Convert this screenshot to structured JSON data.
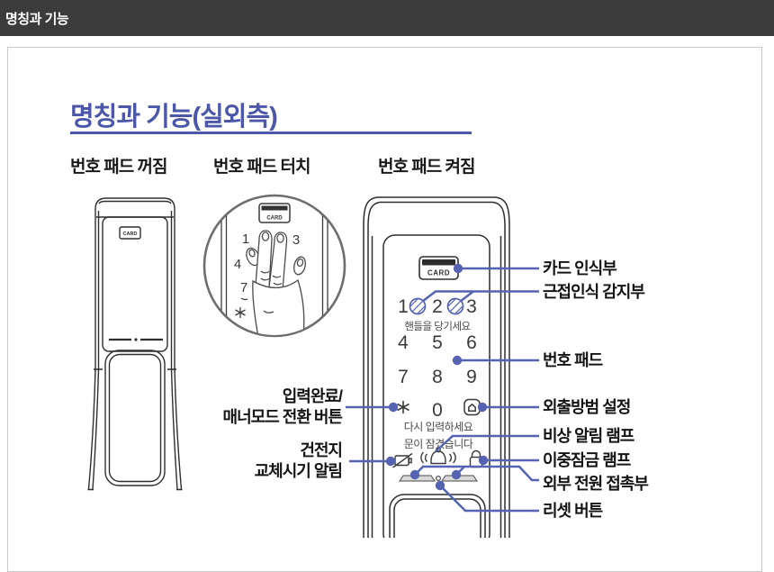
{
  "topbar": {
    "title": "명칭과 기능"
  },
  "content": {
    "title": "명칭과 기능(실외측)",
    "captions": {
      "pad_off": "번호 패드 꺼짐",
      "pad_touch": "번호 패드 터치",
      "pad_on": "번호 패드 켜짐"
    }
  },
  "device": {
    "card_label": "CARD",
    "keypad": {
      "k1": "1",
      "k2": "2",
      "k3": "3",
      "k4": "4",
      "k5": "5",
      "k6": "6",
      "k7": "7",
      "k8": "8",
      "k9": "9",
      "k0": "0"
    },
    "hint_handle": "핸들을 당기세요",
    "msg_retry": "다시 입력하세요",
    "msg_locked": "문이 잠겼습니다"
  },
  "circle_keys": {
    "k1": "1",
    "k3": "3",
    "k4": "4",
    "k7": "7"
  },
  "labels": {
    "card_reader": "카드 인식부",
    "proximity": "근접인식 감지부",
    "number_pad": "번호 패드",
    "away_mode": "외출방범 설정",
    "emergency_lamp": "비상 알림 램프",
    "double_lock_lamp": "이중잠금 램프",
    "power_contact": "외부 전원 접촉부",
    "reset_button": "리셋 버튼",
    "enter_line1": "입력완료/",
    "enter_line2": "매너모드 전환 버튼",
    "battery_line1": "건전지",
    "battery_line2": "교체시기 알림"
  },
  "colors": {
    "accent": "#4c57a9",
    "callout": "#5563b2",
    "topbar_bg": "#3b3b3b"
  }
}
